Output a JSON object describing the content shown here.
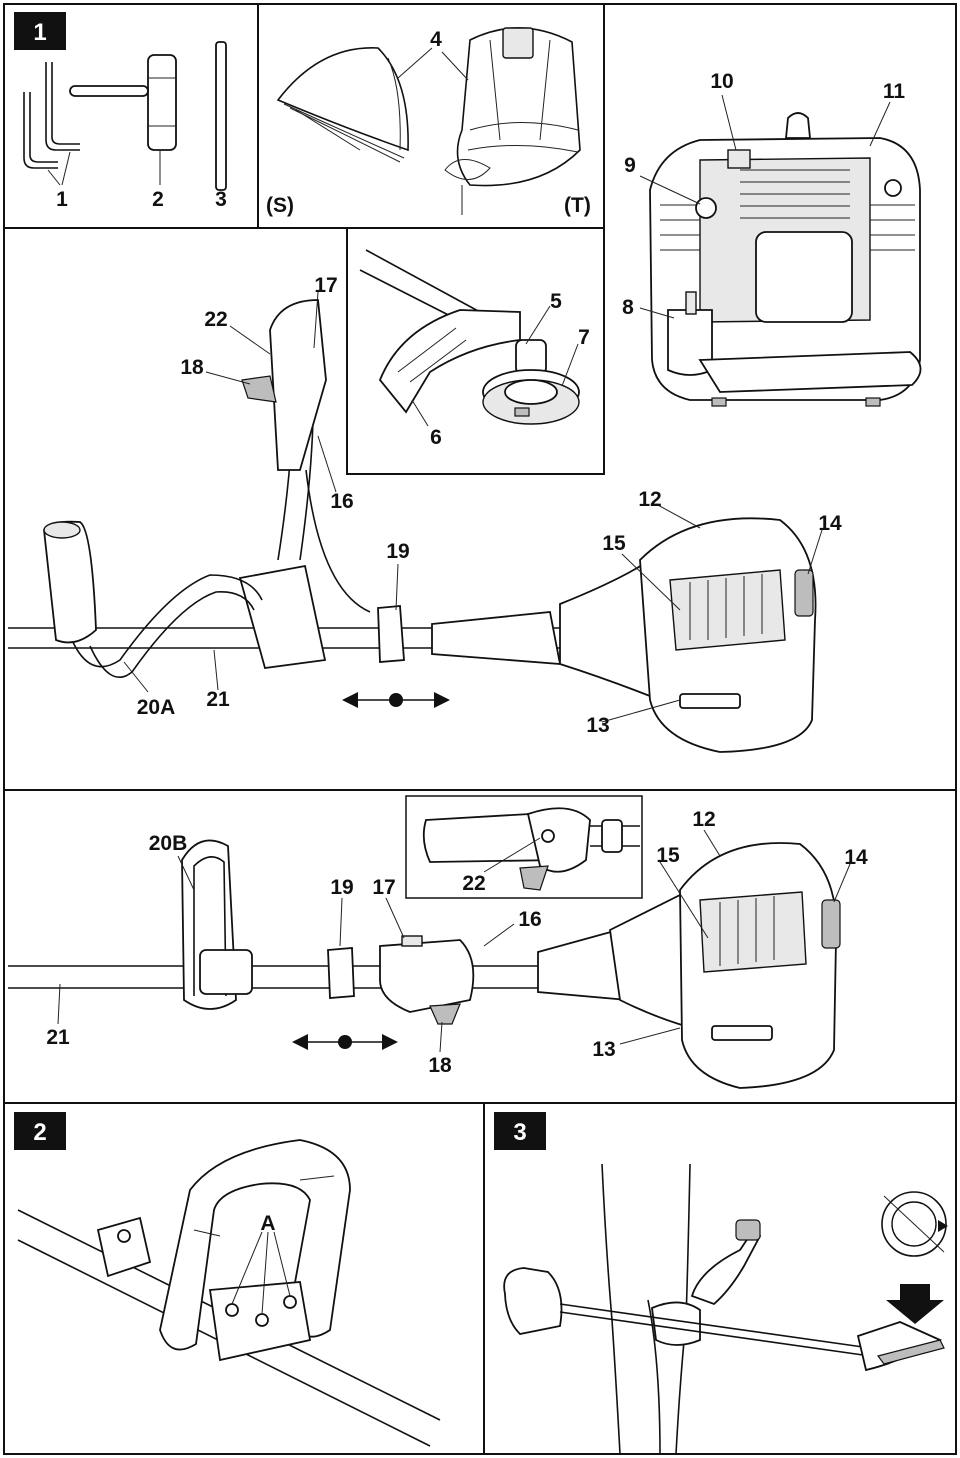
{
  "figures": {
    "fig1": "1",
    "fig2": "2",
    "fig3": "3"
  },
  "labels": {
    "hex_keys": "1",
    "socket_wrench": "2",
    "rod": "3",
    "harness": "4",
    "shoulder_strap_s": "(S)",
    "shoulder_strap_t": "(T)",
    "blade_fixing": "5",
    "guard": "6",
    "trimmer_head": "7",
    "fuel_tank": "8",
    "primer_bulb": "9",
    "choke_lever": "10",
    "air_filter_cover": "11",
    "engine_cover": "12",
    "fuel_cap": "13",
    "starter_handle": "14",
    "spark_plug_cover": "15",
    "throttle_lock": "16",
    "throttle_trigger": "17",
    "throttle_lever": "18",
    "clamp": "19",
    "handle_a": "20A",
    "handle_b": "20B",
    "shaft": "21",
    "stop_switch": "22",
    "screws": "A"
  }
}
